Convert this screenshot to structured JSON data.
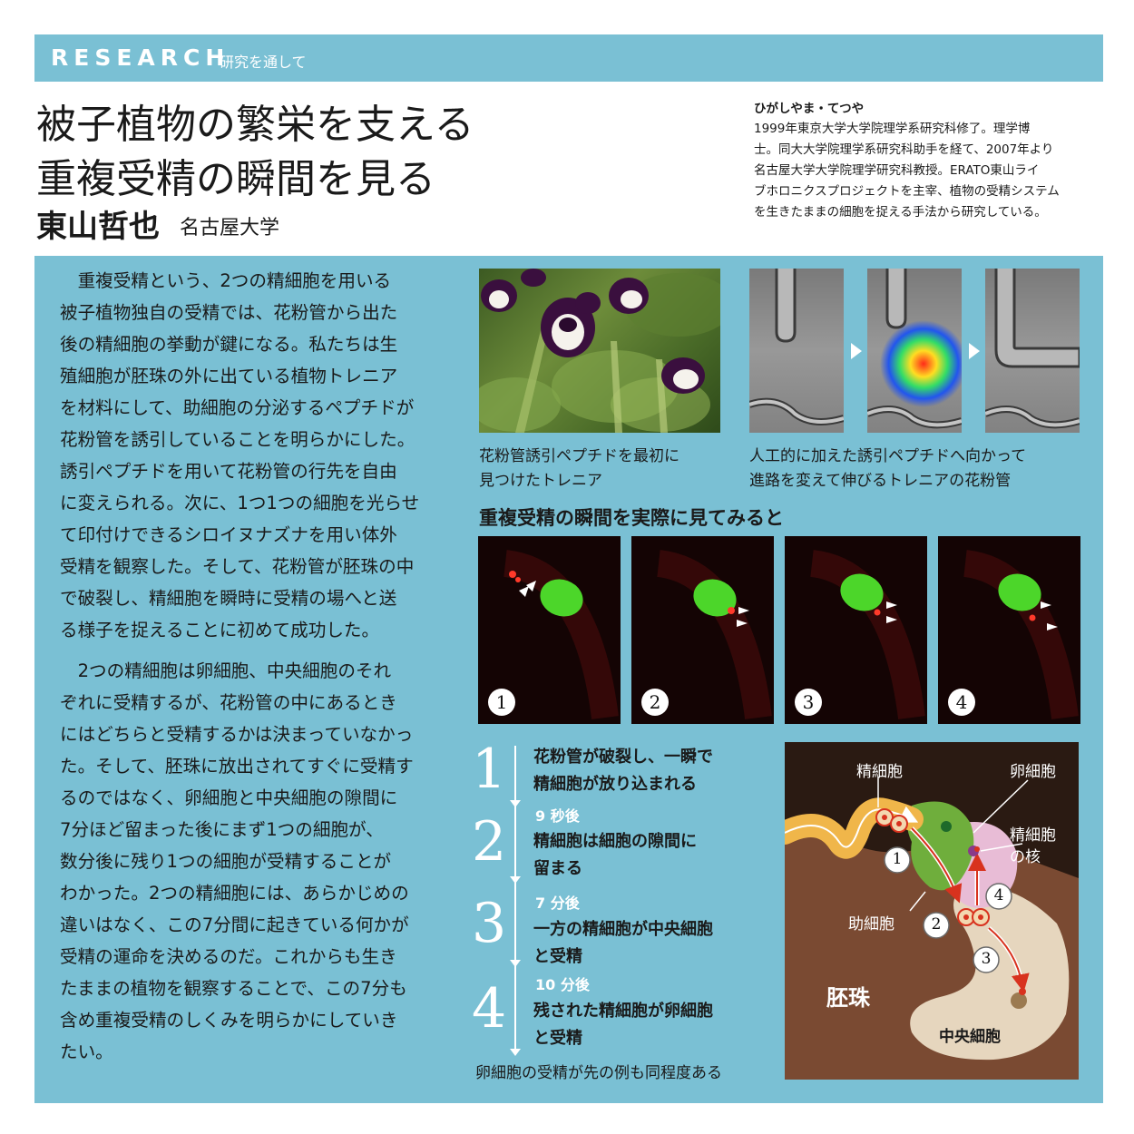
{
  "header": {
    "en": "RESEARCH",
    "jp": "研究を通して"
  },
  "title": {
    "line1": "被子植物の繁栄を支える",
    "line2": "重複受精の瞬間を見る"
  },
  "author": {
    "name": "東山哲也",
    "affiliation": "名古屋大学"
  },
  "bio": {
    "reading": "ひがしやま・てつや",
    "lines": [
      "1999年東京大学大学院理学系研究科修了。理学博",
      "士。同大大学院理学系研究科助手を経て、2007年より",
      "名古屋大学大学院理学研究科教授。ERATO東山ライ",
      "ブホロニクスプロジェクトを主宰、植物の受精システム",
      "を生きたままの細胞を捉える手法から研究している。"
    ]
  },
  "body": {
    "lines": [
      "　重複受精という、2つの精細胞を用いる",
      "被子植物独自の受精では、花粉管から出た",
      "後の精細胞の挙動が鍵になる。私たちは生",
      "殖細胞が胚珠の外に出ている植物トレニア",
      "を材料にして、助細胞の分泌するペプチドが",
      "花粉管を誘引していることを明らかにした。",
      "誘引ペプチドを用いて花粉管の行先を自由",
      "に変えられる。次に、1つ1つの細胞を光らせ",
      "て印付けできるシロイヌナズナを用い体外",
      "受精を観察した。そして、花粉管が胚珠の中",
      "で破裂し、精細胞を瞬時に受精の場へと送",
      "る様子を捉えることに初めて成功した。",
      "　2つの精細胞は卵細胞、中央細胞のそれ",
      "ぞれに受精するが、花粉管の中にあるとき",
      "にはどちらと受精するかは決まっていなかっ",
      "た。そして、胚珠に放出されてすぐに受精す",
      "るのではなく、卵細胞と中央細胞の隙間に",
      "7分ほど留まった後にまず1つの細胞が、",
      "数分後に残り1つの細胞が受精することが",
      "わかった。2つの精細胞には、あらかじめの",
      "違いはなく、この7分間に起きている何かが",
      "受精の運命を決めるのだ。これからも生き",
      "たままの植物を観察することで、この7分も",
      "含め重複受精のしくみを明らかにしていき",
      "たい。"
    ]
  },
  "photos": {
    "flower_caption": [
      "花粉管誘引ペプチドを最初に",
      "見つけたトレニア"
    ],
    "tube_caption": [
      "人工的に加えた誘引ペプチドへ向かって",
      "進路を変えて伸びるトレニアの花粉管"
    ]
  },
  "section_heading": "重複受精の瞬間を実際に見てみると",
  "fluo_numbers": [
    "1",
    "2",
    "3",
    "4"
  ],
  "steps": [
    {
      "num": "1",
      "time": "",
      "text": [
        "花粉管が破裂し、一瞬で",
        "精細胞が放り込まれる"
      ]
    },
    {
      "num": "2",
      "time": "9 秒後",
      "text": [
        "精細胞は細胞の隙間に",
        "留まる"
      ]
    },
    {
      "num": "3",
      "time": "7 分後",
      "text": [
        "一方の精細胞が中央細胞",
        "と受精"
      ]
    },
    {
      "num": "4",
      "time": "10 分後",
      "text": [
        "残された精細胞が卵細胞",
        "と受精"
      ]
    }
  ],
  "step_footnote": "卵細胞の受精が先の例も同程度ある",
  "diagram": {
    "labels": {
      "sperm": "精細胞",
      "egg": "卵細胞",
      "sperm_nucleus_1": "精細胞",
      "sperm_nucleus_2": "の核",
      "synergid": "助細胞",
      "ovule": "胚珠",
      "central": "中央細胞"
    },
    "numbers": [
      "1",
      "2",
      "3",
      "4"
    ]
  },
  "colors": {
    "panel": "#7ac0d4",
    "diagram_bg": "#2a1a12",
    "ovule": "#7a4a32",
    "central_cell": "#e6d6be",
    "egg_cell": "#e8bcd6",
    "synergid": "#6fae3c",
    "pollen_tube": "#f0b64a",
    "arrow": "#d8321e"
  }
}
